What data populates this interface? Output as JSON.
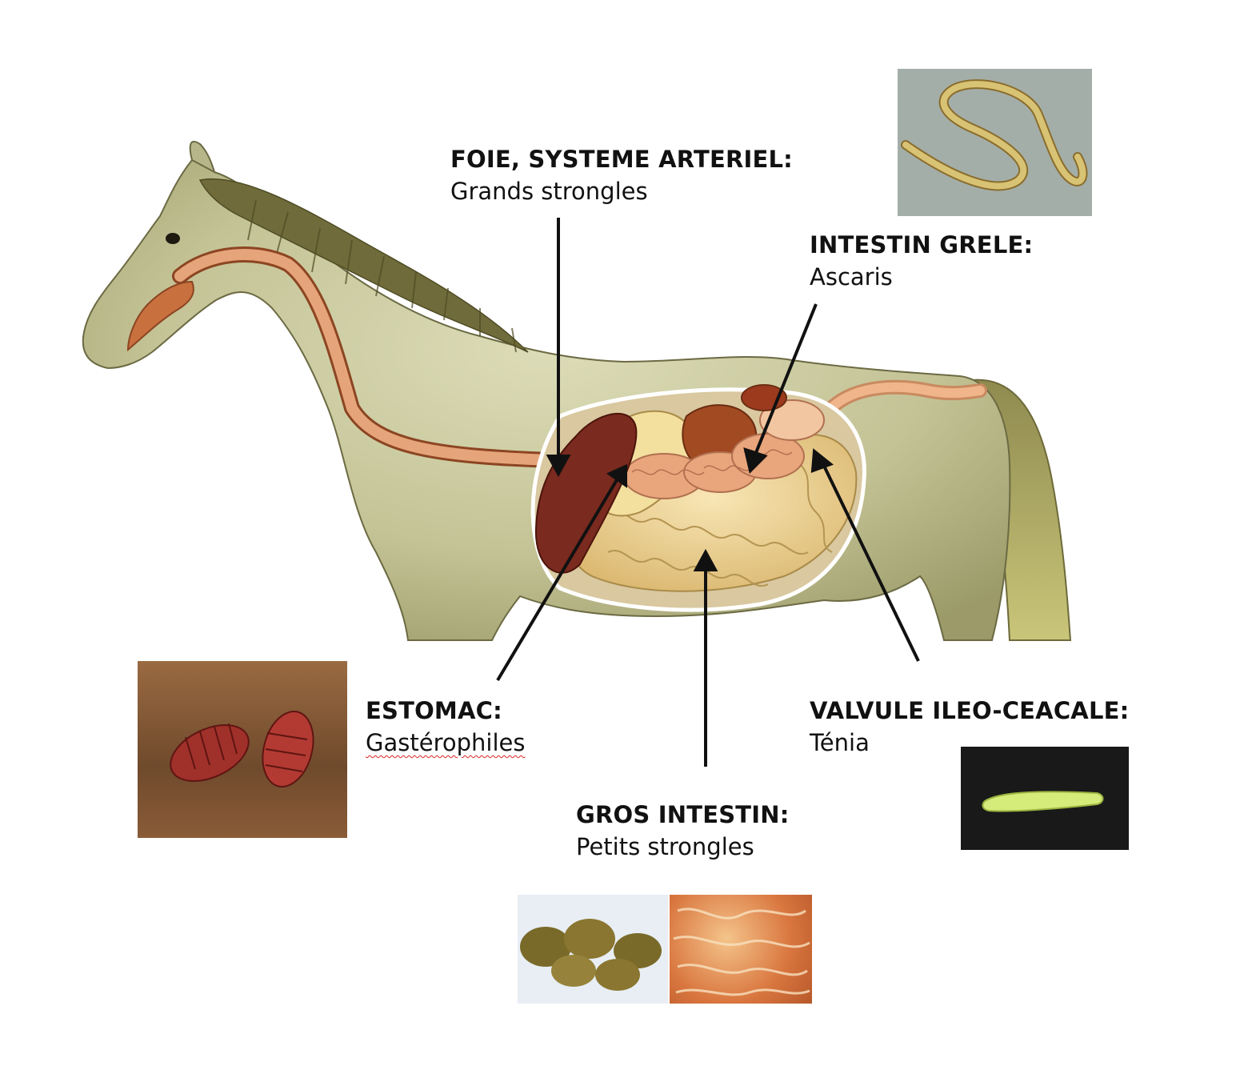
{
  "colors": {
    "horse_coat": "#c9c89a",
    "horse_shade": "#8e8d5e",
    "mane": "#6f6b3a",
    "digestive_tract": "#b85a32",
    "liver": "#7a2a1e",
    "intestine": "#f0d79a",
    "small_intestine": "#e9a57b",
    "arrow": "#111111"
  },
  "labels": {
    "foie": {
      "title": "FOIE, SYSTEME ARTERIEL:",
      "parasite": "Grands strongles"
    },
    "intestin_grele": {
      "title": "INTESTIN GRELE:",
      "parasite": "Ascaris"
    },
    "estomac": {
      "title": "ESTOMAC:",
      "parasite": "Gastérophiles"
    },
    "valvule": {
      "title": "VALVULE ILEO-CEACALE:",
      "parasite": "Ténia"
    },
    "gros_intestin": {
      "title": "GROS INTESTIN:",
      "parasite": "Petits strongles"
    }
  },
  "photos": {
    "ascaris": "roundworm-photo",
    "gasterophiles": "bot-fly-larvae-photo",
    "tenia": "tapeworm-photo",
    "petits_strongles_feces": "feces-photo",
    "petits_strongles_mucosa": "intestinal-mucosa-photo"
  }
}
